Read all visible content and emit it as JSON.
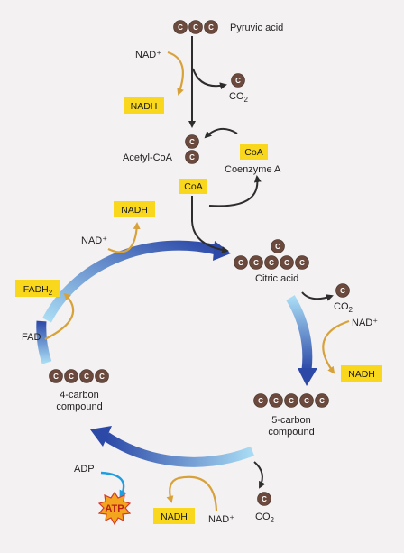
{
  "carbon_letter": "C",
  "labels": {
    "pyruvic_acid": "Pyruvic acid",
    "acetyl_coa": "Acetyl-CoA",
    "coenzyme_a": "Coenzyme A",
    "citric_acid": "Citric acid",
    "five_carbon": [
      "5-carbon",
      "compound"
    ],
    "four_carbon": [
      "4-carbon",
      "compound"
    ],
    "fad": "FAD",
    "adp": "ADP"
  },
  "molecules": {
    "nad_plus": "NAD⁺",
    "nadh": "NADH",
    "co2": "CO",
    "co2_sub": "2",
    "coa": "CoA",
    "fadh2": "FADH",
    "fadh2_sub": "2",
    "atp": "ATP"
  },
  "colors": {
    "yellow_box": "#f9d71c",
    "carbon": "#6b4a3d",
    "nad_arrow": "#d8a23a",
    "dark_arrow": "#2d2d2d",
    "cycle_light": "#9ed6f2",
    "cycle_dark": "#2a47a6",
    "atp_star": "#f2a51d"
  }
}
